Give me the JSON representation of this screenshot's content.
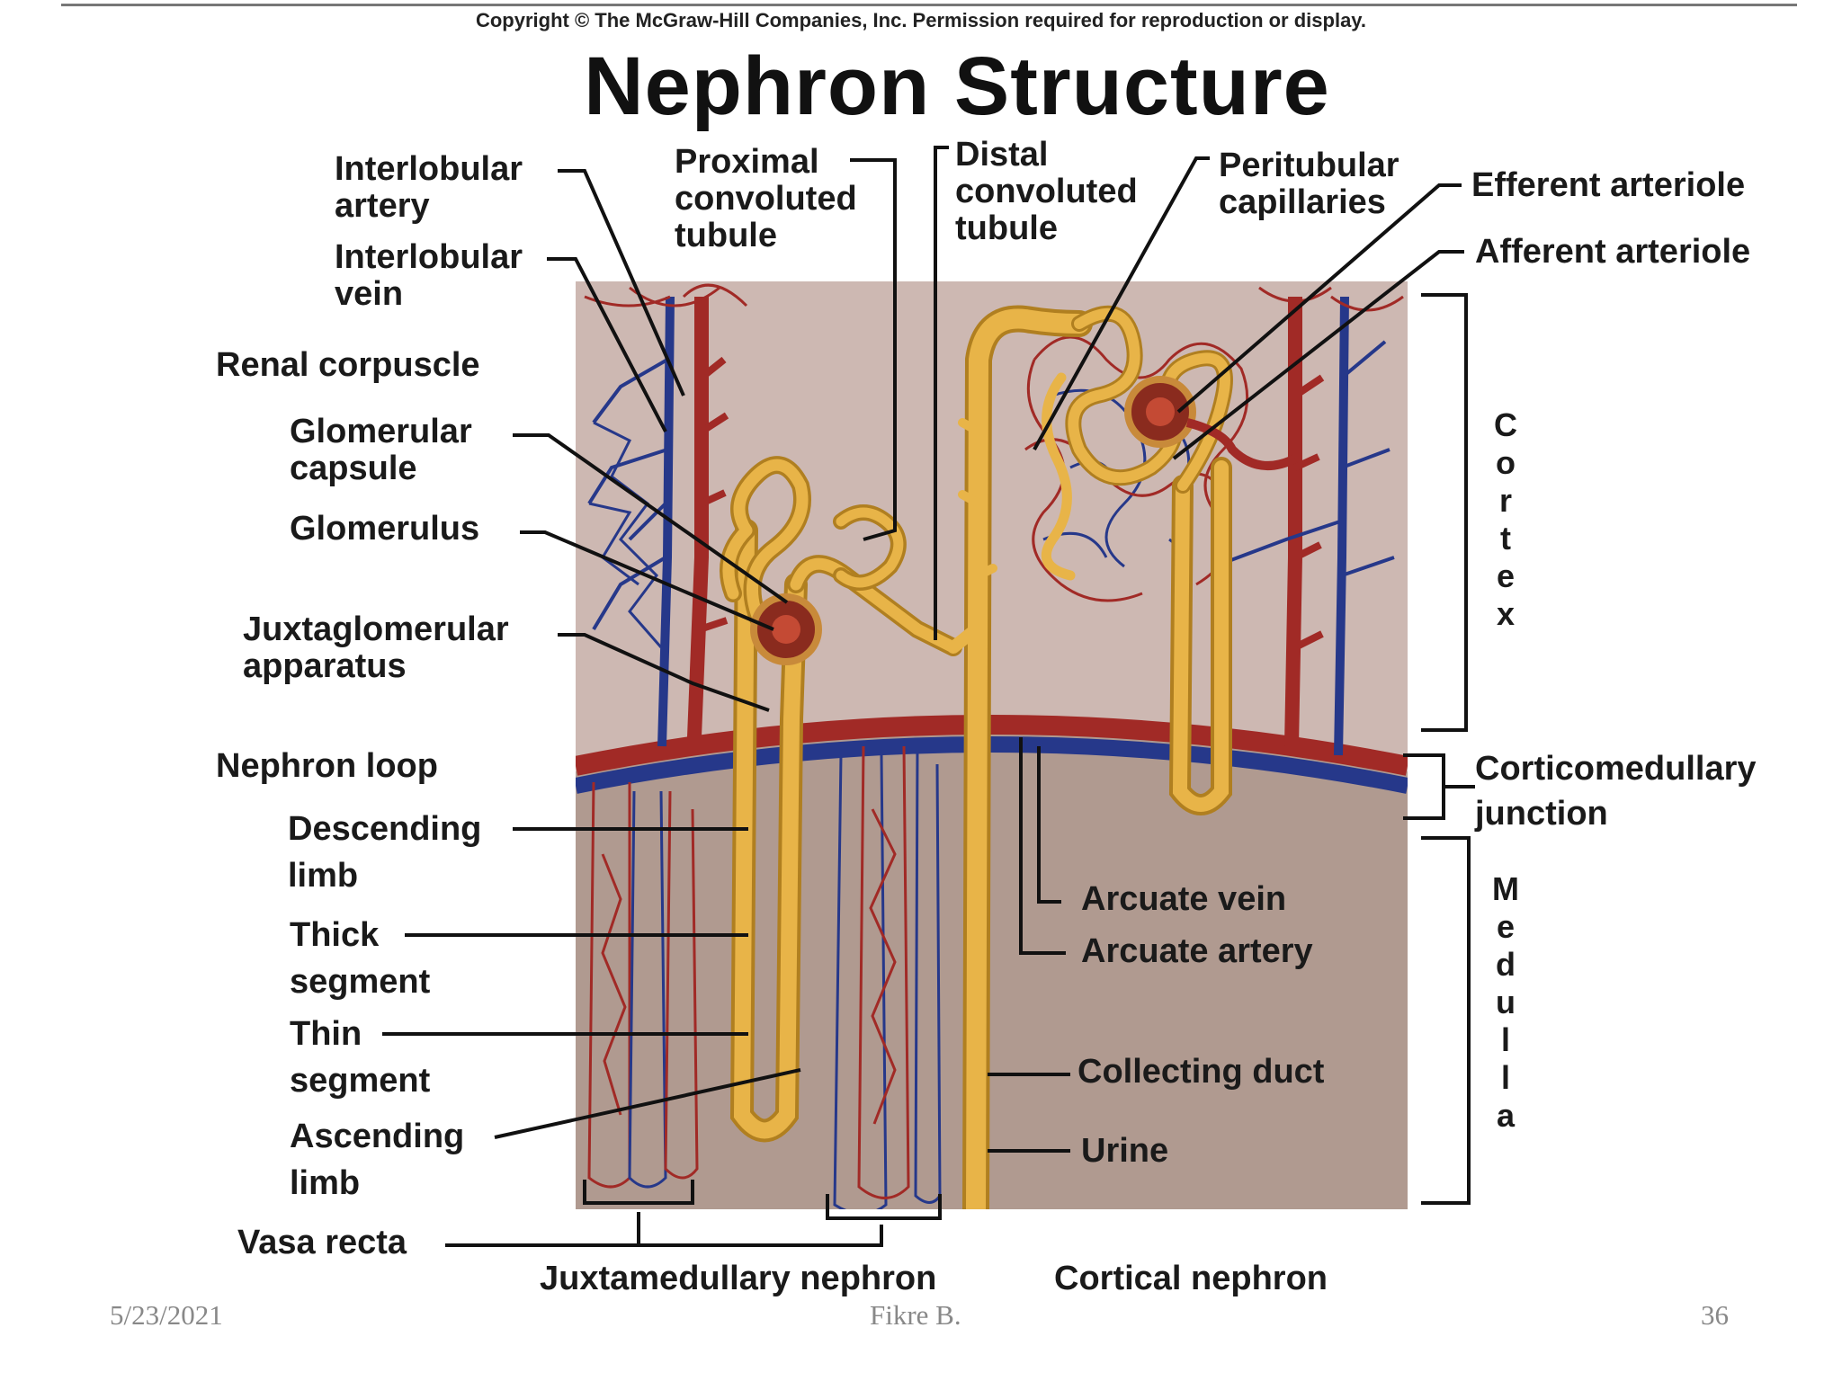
{
  "copyright": "Copyright © The McGraw-Hill Companies, Inc. Permission required for reproduction or display.",
  "title": "Nephron Structure",
  "labels": {
    "interlobular_artery": "Interlobular\nartery",
    "interlobular_vein": "Interlobular\nvein",
    "renal_corpuscle": "Renal corpuscle",
    "glomerular_capsule": "Glomerular\ncapsule",
    "glomerulus": "Glomerulus",
    "juxtaglomerular_apparatus": "Juxtaglomerular\napparatus",
    "nephron_loop": "Nephron loop",
    "descending_limb": "Descending\nlimb",
    "thick_segment": "Thick\nsegment",
    "thin_segment": "Thin\nsegment",
    "ascending_limb": "Ascending\nlimb",
    "vasa_recta": "Vasa recta",
    "proximal_convoluted_tubule": "Proximal\nconvoluted\ntubule",
    "distal_convoluted_tubule": "Distal\nconvoluted\ntubule",
    "peritubular_capillaries": "Peritubular\ncapillaries",
    "efferent_arteriole": "Efferent arteriole",
    "afferent_arteriole": "Afferent arteriole",
    "corticomedullary_junction": "Corticomedullary\njunction",
    "arcuate_vein": "Arcuate vein",
    "arcuate_artery": "Arcuate artery",
    "collecting_duct": "Collecting duct",
    "urine": "Urine",
    "juxtamedullary_nephron": "Juxtamedullary nephron",
    "cortical_nephron": "Cortical nephron",
    "cortex": "Cortex",
    "medulla": "Medulla"
  },
  "footer": {
    "date": "5/23/2021",
    "author": "Fikre B.",
    "page": "36"
  },
  "colors": {
    "cortex_bg": "#c9b3ad",
    "medulla_bg": "#b09a90",
    "artery": "#a12a26",
    "vein": "#26388a",
    "tubule": "#e8b448",
    "tubule_edge": "#b07f20"
  }
}
